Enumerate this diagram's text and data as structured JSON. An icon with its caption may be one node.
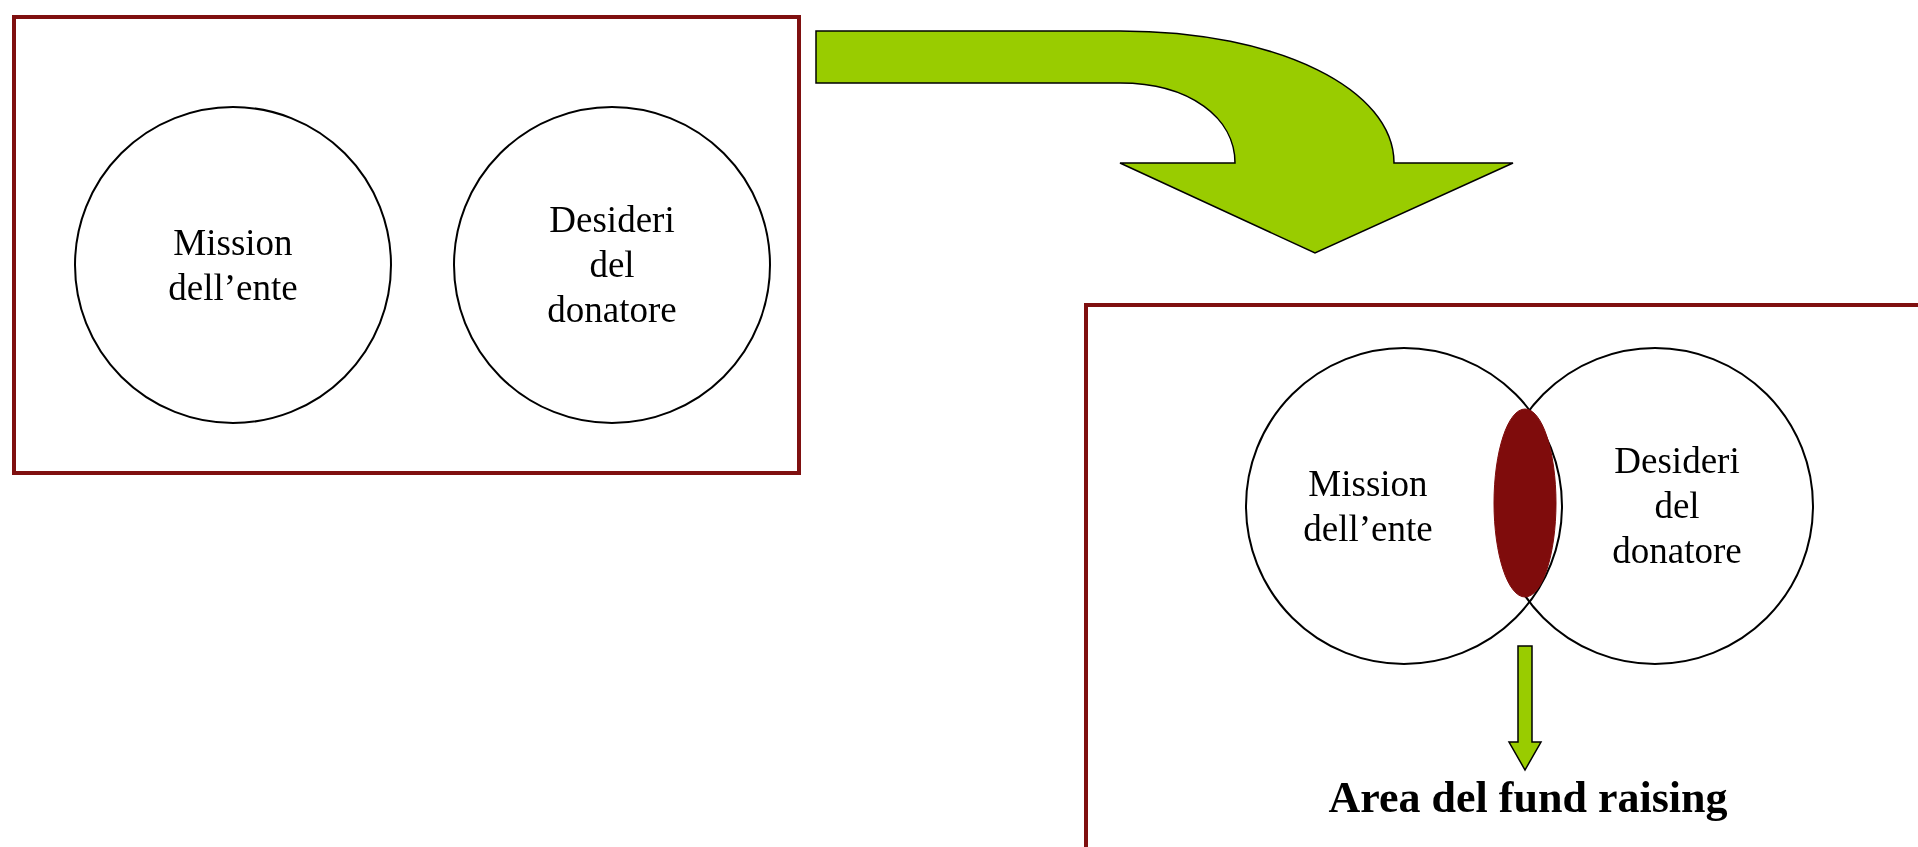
{
  "diagram": {
    "nodes": [
      {
        "text": [],
        "shape": "box"
      },
      {
        "text": [
          "Mission dell’ente"
        ],
        "in": 0
      },
      {
        "text": [
          "Desideri del donatore"
        ],
        "in": 0
      },
      {
        "text": [],
        "shape": "box"
      },
      {
        "text": [
          "Mission dell’ente"
        ],
        "in": 3
      },
      {
        "text": [
          "Desideri del donatore"
        ],
        "in": 3
      },
      {
        "text": [],
        "shape": "ellipse"
      },
      {
        "text": [
          "Area del fund raising"
        ],
        "in": 3
      }
    ],
    "edges": [
      {
        "from": 0,
        "to": 3,
        "arrow": "to",
        "style": "thick"
      },
      {
        "from": 6,
        "to": 7,
        "arrow": "to",
        "style": "thick"
      }
    ]
  }
}
